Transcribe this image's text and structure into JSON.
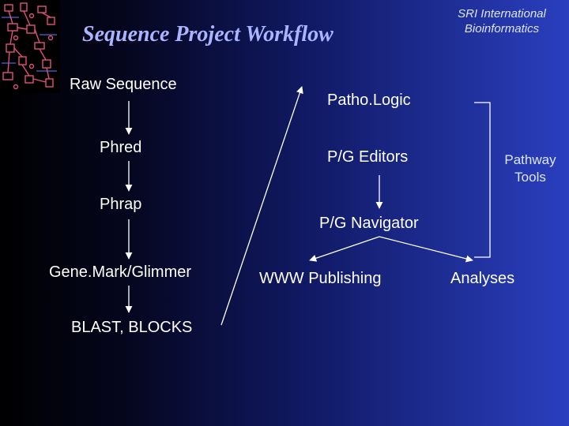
{
  "title": "Sequence Project Workflow",
  "organization": {
    "line1": "SRI International",
    "line2": "Bioinformatics"
  },
  "logo_icon": "pathway-diagram-thumbnail-icon",
  "sequence_steps": [
    "Raw Sequence",
    "Phred",
    "Phrap",
    "Gene.Mark/Glimmer",
    "BLAST, BLOCKS"
  ],
  "pathway_steps": {
    "pathologic": "Patho.Logic",
    "editors": "P/G Editors",
    "navigator": "P/G Navigator",
    "www_publishing": "WWW Publishing",
    "analyses": "Analyses"
  },
  "pathway_tools": {
    "line1": "Pathway",
    "line2": "Tools"
  },
  "colors": {
    "title": "#aab4ff",
    "arrow": "#ffffff",
    "logo_accent": "#e0507a",
    "background_dark": "#000000",
    "background_light": "#2a3fbf"
  }
}
